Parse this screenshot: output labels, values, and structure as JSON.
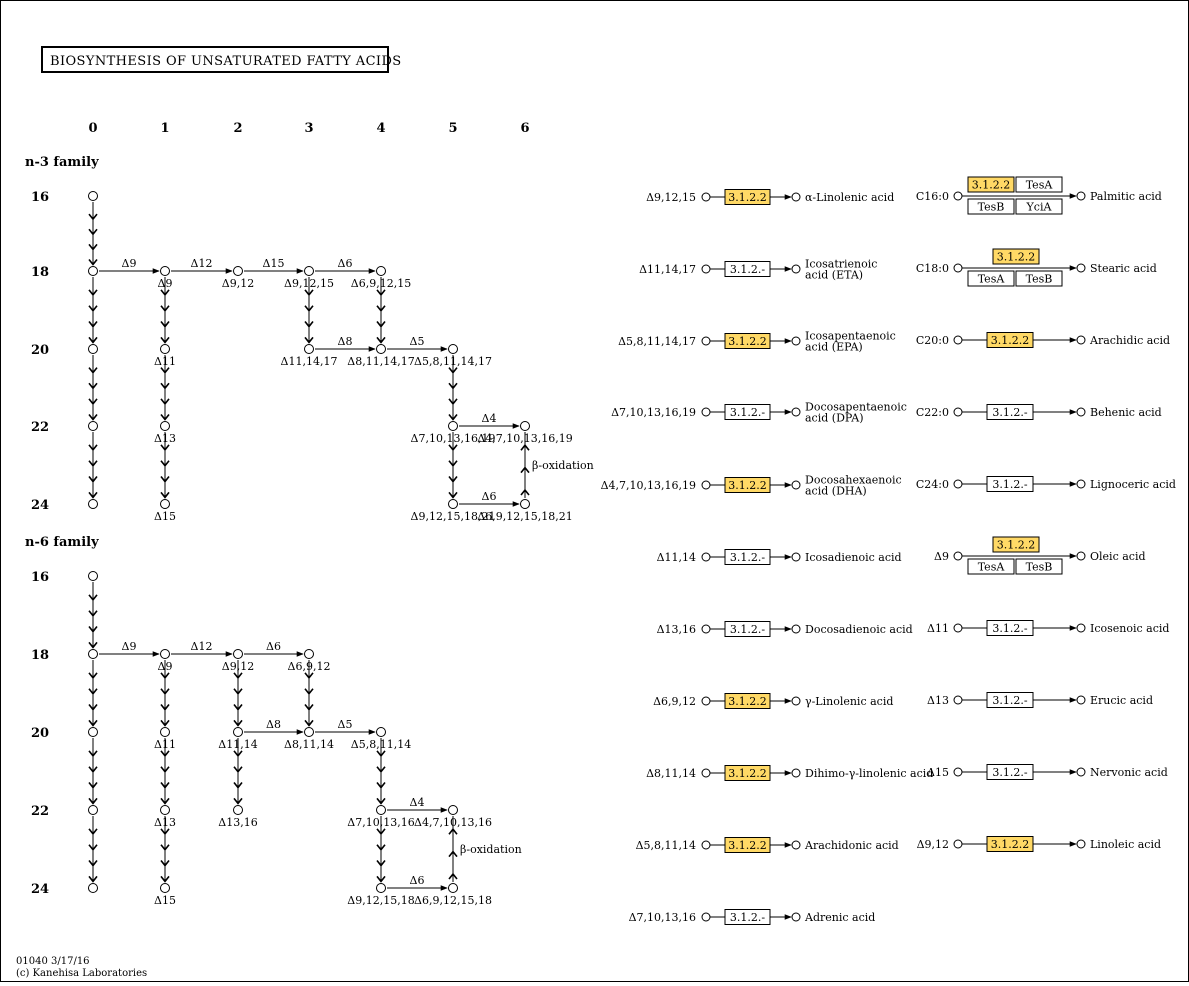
{
  "title": "BIOSYNTHESIS OF UNSATURATED FATTY ACIDS",
  "footer": {
    "map_id": "01040 3/17/16",
    "copyright": "(c) Kanehisa Laboratories"
  },
  "column_labels": [
    "0",
    "1",
    "2",
    "3",
    "4",
    "5",
    "6"
  ],
  "row_labels": [
    "16",
    "18",
    "20",
    "22",
    "24"
  ],
  "colors": {
    "highlight": "#ffd966",
    "plain": "#ffffff",
    "line": "#000000"
  },
  "families": [
    {
      "name": "n-3 family",
      "nodes": [
        {
          "id": "c0r16",
          "c": 0,
          "r": 16,
          "label": ""
        },
        {
          "id": "c0r18",
          "c": 0,
          "r": 18,
          "label": ""
        },
        {
          "id": "c0r20",
          "c": 0,
          "r": 20,
          "label": ""
        },
        {
          "id": "c0r22",
          "c": 0,
          "r": 22,
          "label": ""
        },
        {
          "id": "c0r24",
          "c": 0,
          "r": 24,
          "label": ""
        },
        {
          "id": "c1r18",
          "c": 1,
          "r": 18,
          "label": "Δ9"
        },
        {
          "id": "c1r20",
          "c": 1,
          "r": 20,
          "label": "Δ11"
        },
        {
          "id": "c1r22",
          "c": 1,
          "r": 22,
          "label": "Δ13"
        },
        {
          "id": "c1r24",
          "c": 1,
          "r": 24,
          "label": "Δ15"
        },
        {
          "id": "c2r18",
          "c": 2,
          "r": 18,
          "label": "Δ9,12"
        },
        {
          "id": "c3r18",
          "c": 3,
          "r": 18,
          "label": "Δ9,12,15"
        },
        {
          "id": "c3r20",
          "c": 3,
          "r": 20,
          "label": "Δ11,14,17"
        },
        {
          "id": "c4r18",
          "c": 4,
          "r": 18,
          "label": "Δ6,9,12,15"
        },
        {
          "id": "c4r20",
          "c": 4,
          "r": 20,
          "label": "Δ8,11,14,17"
        },
        {
          "id": "c5r20",
          "c": 5,
          "r": 20,
          "label": "Δ5,8,11,14,17"
        },
        {
          "id": "c5r22",
          "c": 5,
          "r": 22,
          "label": "Δ7,10,13,16,19"
        },
        {
          "id": "c5r24",
          "c": 5,
          "r": 24,
          "label": "Δ9,12,15,18,21"
        },
        {
          "id": "c6r22",
          "c": 6,
          "r": 22,
          "label": "Δ4,7,10,13,16,19"
        },
        {
          "id": "c6r24",
          "c": 6,
          "r": 24,
          "label": "Δ6,9,12,15,18,21"
        }
      ],
      "desaturations": [
        {
          "from": "c0r18",
          "to": "c1r18",
          "label": "Δ9"
        },
        {
          "from": "c1r18",
          "to": "c2r18",
          "label": "Δ12"
        },
        {
          "from": "c2r18",
          "to": "c3r18",
          "label": "Δ15"
        },
        {
          "from": "c3r18",
          "to": "c4r18",
          "label": "Δ6"
        },
        {
          "from": "c3r20",
          "to": "c4r20",
          "label": "Δ8"
        },
        {
          "from": "c4r20",
          "to": "c5r20",
          "label": "Δ5"
        },
        {
          "from": "c5r22",
          "to": "c6r22",
          "label": "Δ4"
        },
        {
          "from": "c5r24",
          "to": "c6r24",
          "label": "Δ6"
        }
      ],
      "elongations": [
        {
          "from": "c0r16",
          "to": "c0r18"
        },
        {
          "from": "c0r18",
          "to": "c0r20"
        },
        {
          "from": "c0r20",
          "to": "c0r22"
        },
        {
          "from": "c0r22",
          "to": "c0r24"
        },
        {
          "from": "c1r18",
          "to": "c1r20"
        },
        {
          "from": "c1r20",
          "to": "c1r22"
        },
        {
          "from": "c1r22",
          "to": "c1r24"
        },
        {
          "from": "c3r18",
          "to": "c3r20"
        },
        {
          "from": "c4r18",
          "to": "c4r20"
        },
        {
          "from": "c5r20",
          "to": "c5r22"
        },
        {
          "from": "c5r22",
          "to": "c5r24"
        }
      ],
      "beta_oxidation": {
        "from": "c6r24",
        "to": "c6r22",
        "label": "β-oxidation"
      }
    },
    {
      "name": "n-6 family",
      "nodes": [
        {
          "id": "c0r16",
          "c": 0,
          "r": 16,
          "label": ""
        },
        {
          "id": "c0r18",
          "c": 0,
          "r": 18,
          "label": ""
        },
        {
          "id": "c0r20",
          "c": 0,
          "r": 20,
          "label": ""
        },
        {
          "id": "c0r22",
          "c": 0,
          "r": 22,
          "label": ""
        },
        {
          "id": "c0r24",
          "c": 0,
          "r": 24,
          "label": ""
        },
        {
          "id": "c1r18",
          "c": 1,
          "r": 18,
          "label": "Δ9"
        },
        {
          "id": "c1r20",
          "c": 1,
          "r": 20,
          "label": "Δ11"
        },
        {
          "id": "c1r22",
          "c": 1,
          "r": 22,
          "label": "Δ13"
        },
        {
          "id": "c1r24",
          "c": 1,
          "r": 24,
          "label": "Δ15"
        },
        {
          "id": "c2r18",
          "c": 2,
          "r": 18,
          "label": "Δ9,12"
        },
        {
          "id": "c2r20",
          "c": 2,
          "r": 20,
          "label": "Δ11,14"
        },
        {
          "id": "c2r22",
          "c": 2,
          "r": 22,
          "label": "Δ13,16"
        },
        {
          "id": "c3r18",
          "c": 3,
          "r": 18,
          "label": "Δ6,9,12"
        },
        {
          "id": "c3r20",
          "c": 3,
          "r": 20,
          "label": "Δ8,11,14"
        },
        {
          "id": "c4r20",
          "c": 4,
          "r": 20,
          "label": "Δ5,8,11,14"
        },
        {
          "id": "c4r22",
          "c": 4,
          "r": 22,
          "label": "Δ7,10,13,16"
        },
        {
          "id": "c4r24",
          "c": 4,
          "r": 24,
          "label": "Δ9,12,15,18"
        },
        {
          "id": "c5r22",
          "c": 5,
          "r": 22,
          "label": "Δ4,7,10,13,16"
        },
        {
          "id": "c5r24",
          "c": 5,
          "r": 24,
          "label": "Δ6,9,12,15,18"
        }
      ],
      "desaturations": [
        {
          "from": "c0r18",
          "to": "c1r18",
          "label": "Δ9"
        },
        {
          "from": "c1r18",
          "to": "c2r18",
          "label": "Δ12"
        },
        {
          "from": "c2r18",
          "to": "c3r18",
          "label": "Δ6"
        },
        {
          "from": "c2r20",
          "to": "c3r20",
          "label": "Δ8"
        },
        {
          "from": "c3r20",
          "to": "c4r20",
          "label": "Δ5"
        },
        {
          "from": "c4r22",
          "to": "c5r22",
          "label": "Δ4"
        },
        {
          "from": "c4r24",
          "to": "c5r24",
          "label": "Δ6"
        }
      ],
      "elongations": [
        {
          "from": "c0r16",
          "to": "c0r18"
        },
        {
          "from": "c0r18",
          "to": "c0r20"
        },
        {
          "from": "c0r20",
          "to": "c0r22"
        },
        {
          "from": "c0r22",
          "to": "c0r24"
        },
        {
          "from": "c1r18",
          "to": "c1r20"
        },
        {
          "from": "c1r20",
          "to": "c1r22"
        },
        {
          "from": "c1r22",
          "to": "c1r24"
        },
        {
          "from": "c2r18",
          "to": "c2r20"
        },
        {
          "from": "c2r20",
          "to": "c2r22"
        },
        {
          "from": "c3r18",
          "to": "c3r20"
        },
        {
          "from": "c4r20",
          "to": "c4r22"
        },
        {
          "from": "c4r22",
          "to": "c4r24"
        }
      ],
      "beta_oxidation": {
        "from": "c5r24",
        "to": "c5r22",
        "label": "β-oxidation"
      }
    }
  ],
  "reactions_left": [
    {
      "substrate": "Δ9,12,15",
      "enzyme": "3.1.2.2",
      "highlight": true,
      "product": "α-Linolenic acid"
    },
    {
      "substrate": "Δ11,14,17",
      "enzyme": "3.1.2.-",
      "highlight": false,
      "product": "Icosatrienoic\nacid (ETA)"
    },
    {
      "substrate": "Δ5,8,11,14,17",
      "enzyme": "3.1.2.2",
      "highlight": true,
      "product": "Icosapentaenoic\nacid (EPA)"
    },
    {
      "substrate": "Δ7,10,13,16,19",
      "enzyme": "3.1.2.-",
      "highlight": false,
      "product": "Docosapentaenoic\nacid (DPA)"
    },
    {
      "substrate": "Δ4,7,10,13,16,19",
      "enzyme": "3.1.2.2",
      "highlight": true,
      "product": "Docosahexaenoic\nacid (DHA)"
    },
    {
      "substrate": "Δ11,14",
      "enzyme": "3.1.2.-",
      "highlight": false,
      "product": "Icosadienoic acid"
    },
    {
      "substrate": "Δ13,16",
      "enzyme": "3.1.2.-",
      "highlight": false,
      "product": "Docosadienoic acid"
    },
    {
      "substrate": "Δ6,9,12",
      "enzyme": "3.1.2.2",
      "highlight": true,
      "product": "γ-Linolenic acid"
    },
    {
      "substrate": "Δ8,11,14",
      "enzyme": "3.1.2.2",
      "highlight": true,
      "product": "Dihimo-γ-linolenic acid"
    },
    {
      "substrate": "Δ5,8,11,14",
      "enzyme": "3.1.2.2",
      "highlight": true,
      "product": "Arachidonic acid"
    },
    {
      "substrate": "Δ7,10,13,16",
      "enzyme": "3.1.2.-",
      "highlight": false,
      "product": "Adrenic acid"
    }
  ],
  "reactions_right": [
    {
      "substrate": "C16:0",
      "enzyme": "3.1.2.2",
      "highlight": true,
      "extra": [
        "TesA",
        "TesB",
        "YciA"
      ],
      "product": "Palmitic acid"
    },
    {
      "substrate": "C18:0",
      "enzyme": "3.1.2.2",
      "highlight": true,
      "extra": [
        "TesA",
        "TesB"
      ],
      "product": "Stearic acid"
    },
    {
      "substrate": "C20:0",
      "enzyme": "3.1.2.2",
      "highlight": true,
      "extra": [],
      "product": "Arachidic acid"
    },
    {
      "substrate": "C22:0",
      "enzyme": "3.1.2.-",
      "highlight": false,
      "extra": [],
      "product": "Behenic acid"
    },
    {
      "substrate": "C24:0",
      "enzyme": "3.1.2.-",
      "highlight": false,
      "extra": [],
      "product": "Lignoceric acid"
    },
    {
      "substrate": "Δ9",
      "enzyme": "3.1.2.2",
      "highlight": true,
      "extra": [
        "TesA",
        "TesB"
      ],
      "product": "Oleic acid"
    },
    {
      "substrate": "Δ11",
      "enzyme": "3.1.2.-",
      "highlight": false,
      "extra": [],
      "product": "Icosenoic acid"
    },
    {
      "substrate": "Δ13",
      "enzyme": "3.1.2.-",
      "highlight": false,
      "extra": [],
      "product": "Erucic acid"
    },
    {
      "substrate": "Δ15",
      "enzyme": "3.1.2.-",
      "highlight": false,
      "extra": [],
      "product": "Nervonic acid"
    },
    {
      "substrate": "Δ9,12",
      "enzyme": "3.1.2.2",
      "highlight": true,
      "extra": [],
      "product": "Linoleic acid"
    }
  ]
}
